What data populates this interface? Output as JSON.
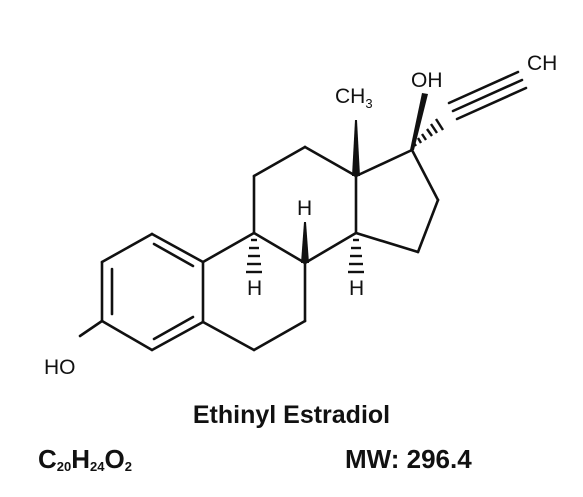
{
  "structure": {
    "labels": {
      "methyl": {
        "main": "CH",
        "sub": "3"
      },
      "hydroxyl_17": "OH",
      "alkyne_h": "CH",
      "hydroxyl_3": "HO",
      "h_9": "H",
      "h_8": "H",
      "h_14": "H"
    }
  },
  "caption": {
    "name": "Ethinyl Estradiol",
    "formula": [
      {
        "el": "C",
        "n": "20"
      },
      {
        "el": "H",
        "n": "24"
      },
      {
        "el": "O",
        "n": "2"
      }
    ],
    "mw_label": "MW: 296.4"
  }
}
